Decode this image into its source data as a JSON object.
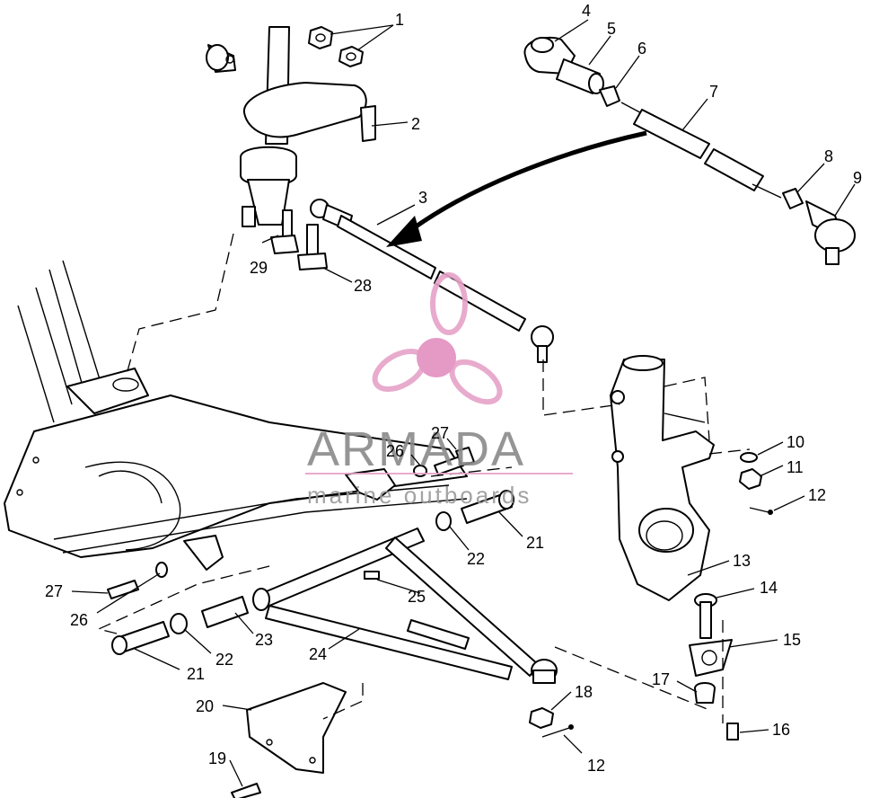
{
  "callouts": [
    {
      "id": "c1",
      "text": "1"
    },
    {
      "id": "c2",
      "text": "2"
    },
    {
      "id": "c3",
      "text": "3"
    },
    {
      "id": "c4",
      "text": "4"
    },
    {
      "id": "c5",
      "text": "5"
    },
    {
      "id": "c6",
      "text": "6"
    },
    {
      "id": "c7",
      "text": "7"
    },
    {
      "id": "c8",
      "text": "8"
    },
    {
      "id": "c9",
      "text": "9"
    },
    {
      "id": "c10",
      "text": "10"
    },
    {
      "id": "c11",
      "text": "11"
    },
    {
      "id": "c12a",
      "text": "12"
    },
    {
      "id": "c13",
      "text": "13"
    },
    {
      "id": "c14",
      "text": "14"
    },
    {
      "id": "c15",
      "text": "15"
    },
    {
      "id": "c16",
      "text": "16"
    },
    {
      "id": "c17",
      "text": "17"
    },
    {
      "id": "c18",
      "text": "18"
    },
    {
      "id": "c12b",
      "text": "12"
    },
    {
      "id": "c19",
      "text": "19"
    },
    {
      "id": "c20",
      "text": "20"
    },
    {
      "id": "c21a",
      "text": "21"
    },
    {
      "id": "c22a",
      "text": "22"
    },
    {
      "id": "c23",
      "text": "23"
    },
    {
      "id": "c24",
      "text": "24"
    },
    {
      "id": "c25",
      "text": "25"
    },
    {
      "id": "c21b",
      "text": "21"
    },
    {
      "id": "c22b",
      "text": "22"
    },
    {
      "id": "c26a",
      "text": "26"
    },
    {
      "id": "c27a",
      "text": "27"
    },
    {
      "id": "c26b",
      "text": "26"
    },
    {
      "id": "c27b",
      "text": "27"
    },
    {
      "id": "c28",
      "text": "28"
    },
    {
      "id": "c29",
      "text": "29"
    }
  ],
  "watermark": {
    "title": "ARMADA",
    "subtitle": "marine outboards",
    "logo_color": "#e6a3c8",
    "logo_hub_color": "#e38fbf",
    "text_color": "#8a8a8a"
  }
}
